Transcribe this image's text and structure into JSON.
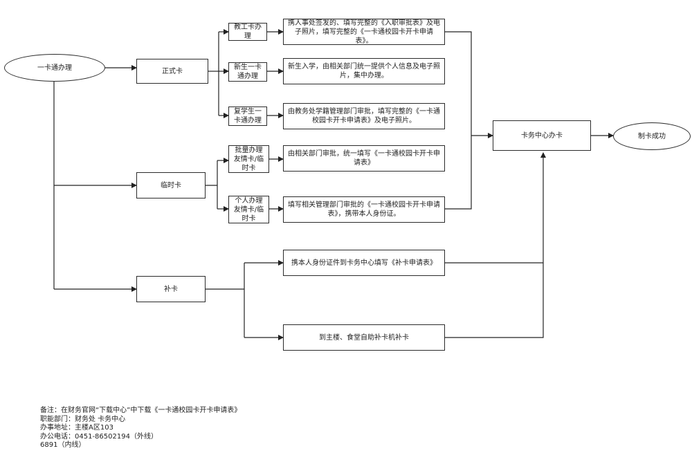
{
  "nodes": {
    "start": "一卡通办理",
    "formal_card": "正式卡",
    "staff_card": "教工卡办理",
    "staff_desc": "携人事处签发的、填写完整的《入职审批表》及电子照片，填写完整的《一卡通校园卡开卡申请表》。",
    "freshman_card": "新生一卡通办理",
    "freshman_desc": "新生入学，由相关部门统一提供个人信息及电子照片，集中办理。",
    "resume_card": "复学生一卡通办理",
    "resume_desc": "由教务处学籍管理部门审批，填写完整的《一卡通校园卡开卡申请表》及电子照片。",
    "temp_card": "临时卡",
    "batch_card": "批量办理友情卡/临时卡",
    "batch_desc": "由相关部门审批，统一填写《一卡通校园卡开卡申请表》",
    "personal_card": "个人办理友情卡/临时卡",
    "personal_desc": "填写相关管理部门审批的《一卡通校园卡开卡申请表》，携带本人身份证。",
    "reissue_card": "补卡",
    "reissue_desc1": "携本人身份证件到卡务中心填写《补卡申请表》",
    "reissue_desc2": "到主楼、食堂自助补卡机补卡",
    "card_center": "卡务中心办卡",
    "success": "制卡成功"
  },
  "notes": {
    "line1": "备注：在财务官网“下载中心”中下载《一卡通校园卡开卡申请表》",
    "line2": "职能部门：财务处 卡务中心",
    "line3": "办事地址：主楼A区103",
    "line4": "办公电话：0451-86502194（外线）",
    "line5": "6891（内线）"
  }
}
